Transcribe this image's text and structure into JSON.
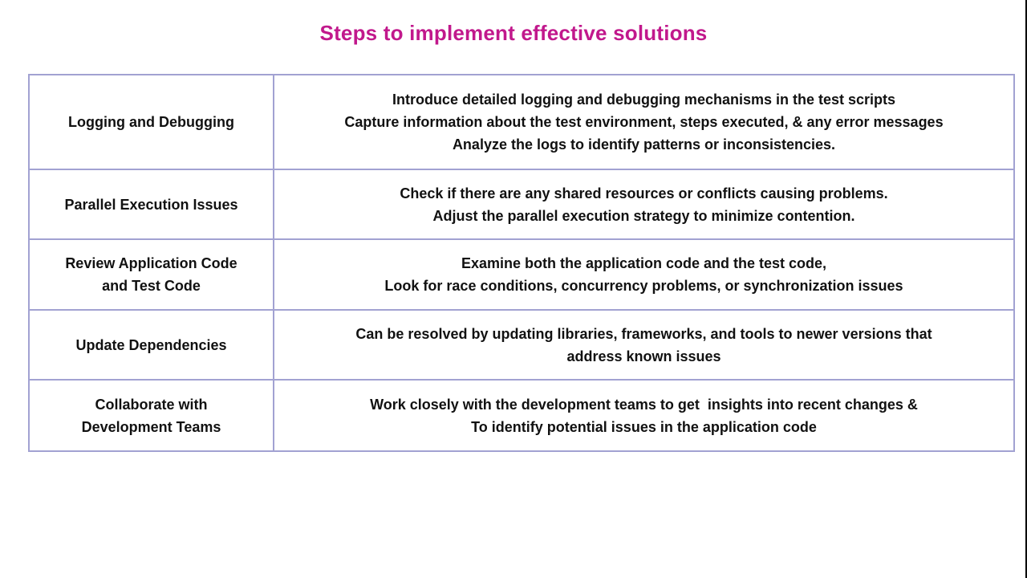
{
  "page": {
    "title": "Steps to implement effective solutions"
  },
  "colors": {
    "title": "#c1188c",
    "table_border": "#a2a2d2",
    "text": "#111111",
    "background": "#ffffff",
    "edge_line": "#000000"
  },
  "table": {
    "rows": [
      {
        "label": "Logging and Debugging",
        "label_lines": [
          "Logging and Debugging"
        ],
        "description_lines": [
          "Introduce detailed logging and debugging mechanisms in the test scripts",
          "Capture information about the test environment, steps executed, & any error messages",
          "Analyze the logs to identify patterns or inconsistencies."
        ]
      },
      {
        "label": "Parallel Execution Issues",
        "label_lines": [
          "Parallel Execution Issues"
        ],
        "description_lines": [
          "Check if there are any shared resources or conflicts causing problems.",
          "Adjust the parallel execution strategy to minimize contention."
        ]
      },
      {
        "label": "Review Application Code and Test Code",
        "label_lines": [
          "Review Application Code",
          "and Test Code"
        ],
        "description_lines": [
          "Examine both the application code and the test code,",
          "Look for race conditions, concurrency problems, or synchronization issues"
        ]
      },
      {
        "label": "Update Dependencies",
        "label_lines": [
          "Update Dependencies"
        ],
        "description_lines": [
          "Can be resolved by updating libraries, frameworks, and tools to newer versions that",
          "address known issues"
        ]
      },
      {
        "label": "Collaborate with Development Teams",
        "label_lines": [
          "Collaborate with",
          "Development Teams"
        ],
        "description_lines": [
          "Work closely with the development teams to get  insights into recent changes &",
          "To identify potential issues in the application code"
        ]
      }
    ]
  }
}
